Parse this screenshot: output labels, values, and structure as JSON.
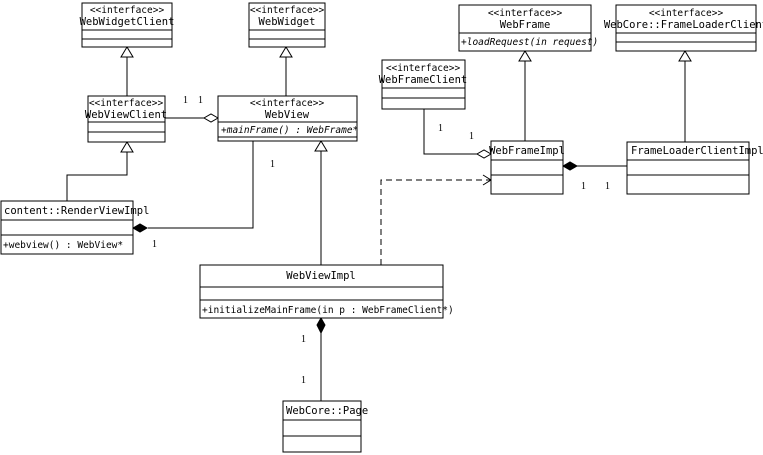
{
  "classes": {
    "webwidgetclient": {
      "stereotype": "<<interface>>",
      "name": "WebWidgetClient"
    },
    "webwidget": {
      "stereotype": "<<interface>>",
      "name": "WebWidget"
    },
    "webviewclient": {
      "stereotype": "<<interface>>",
      "name": "WebViewClient"
    },
    "webview": {
      "stereotype": "<<interface>>",
      "name": "WebView",
      "operation": "+mainFrame() : WebFrame*"
    },
    "renderviewimpl": {
      "name": "content::RenderViewImpl",
      "operation": "+webview() : WebView*"
    },
    "webviewimpl": {
      "name": "WebViewImpl",
      "operation": "+initializeMainFrame(in p : WebFrameClient*)"
    },
    "page": {
      "name": "WebCore::Page"
    },
    "webframe": {
      "stereotype": "<<interface>>",
      "name": "WebFrame",
      "operation": "+loadRequest(in request)"
    },
    "webframeclient": {
      "stereotype": "<<interface>>",
      "name": "WebFrameClient"
    },
    "webframeimpl": {
      "name": "WebFrameImpl"
    },
    "frameloaderclient": {
      "stereotype": "<<interface>>",
      "name": "WebCore::FrameLoaderClient"
    },
    "frameloaderclientimpl": {
      "name": "FrameLoaderClientImpl"
    }
  },
  "multiplicities": {
    "viewclient_view_a": "1",
    "viewclient_view_b": "1",
    "webview_renderview": "1",
    "renderview_end": "1",
    "webviewimpl_page_top": "1",
    "webviewimpl_page_bottom": "1",
    "frameclient_a": "1",
    "frameclient_b": "1",
    "frameimpl_loader_a": "1",
    "frameimpl_loader_b": "1"
  }
}
